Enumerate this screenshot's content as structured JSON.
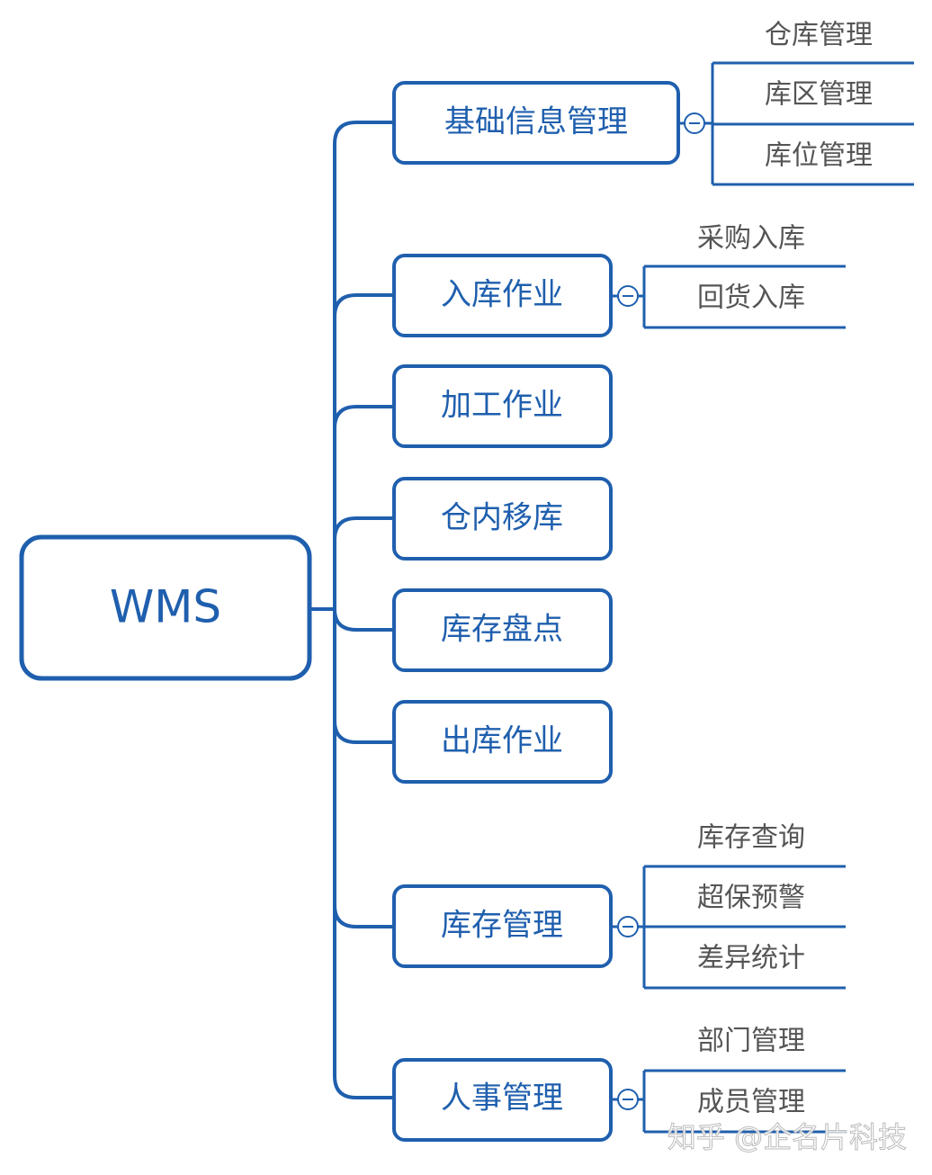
{
  "root": {
    "label": "WMS"
  },
  "branches": [
    {
      "label": "基础信息管理",
      "children": [
        "仓库管理",
        "库区管理",
        "库位管理"
      ]
    },
    {
      "label": "入库作业",
      "children": [
        "采购入库",
        "回货入库"
      ]
    },
    {
      "label": "加工作业",
      "children": []
    },
    {
      "label": "仓内移库",
      "children": []
    },
    {
      "label": "库存盘点",
      "children": []
    },
    {
      "label": "出库作业",
      "children": []
    },
    {
      "label": "库存管理",
      "children": [
        "库存查询",
        "超保预警",
        "差异统计"
      ]
    },
    {
      "label": "人事管理",
      "children": [
        "部门管理",
        "成员管理"
      ]
    }
  ],
  "watermark": "知乎 @企名片科技",
  "colors": {
    "accent": "#1f5fae",
    "leaf_text": "#555555",
    "background": "#ffffff"
  }
}
